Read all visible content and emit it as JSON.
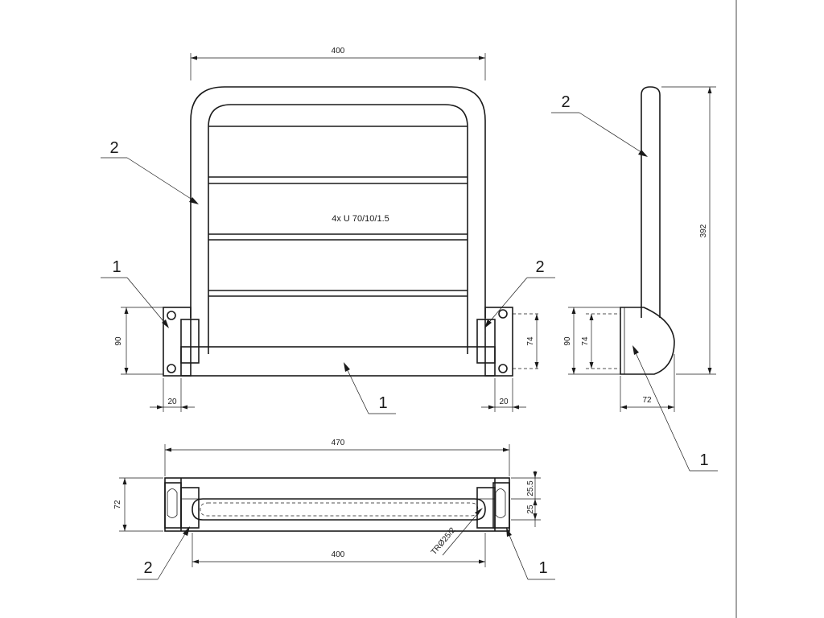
{
  "dimensions": {
    "front_width": "400",
    "front_height": "90",
    "bracket_left_width": "20",
    "bracket_right_width": "20",
    "bracket_hole_spacing": "74",
    "side_height": "392",
    "side_bracket_height": "90",
    "side_bracket_hole_spacing": "74",
    "side_depth": "72",
    "top_total_width": "470",
    "top_depth": "72",
    "top_offset_1": "25.5",
    "top_offset_2": "25",
    "top_bar_width": "400",
    "tube_spec": "TRØ25/2"
  },
  "notes": {
    "slats": "4x U 70/10/1.5"
  },
  "labels": {
    "part_1": "1",
    "part_2": "2"
  }
}
